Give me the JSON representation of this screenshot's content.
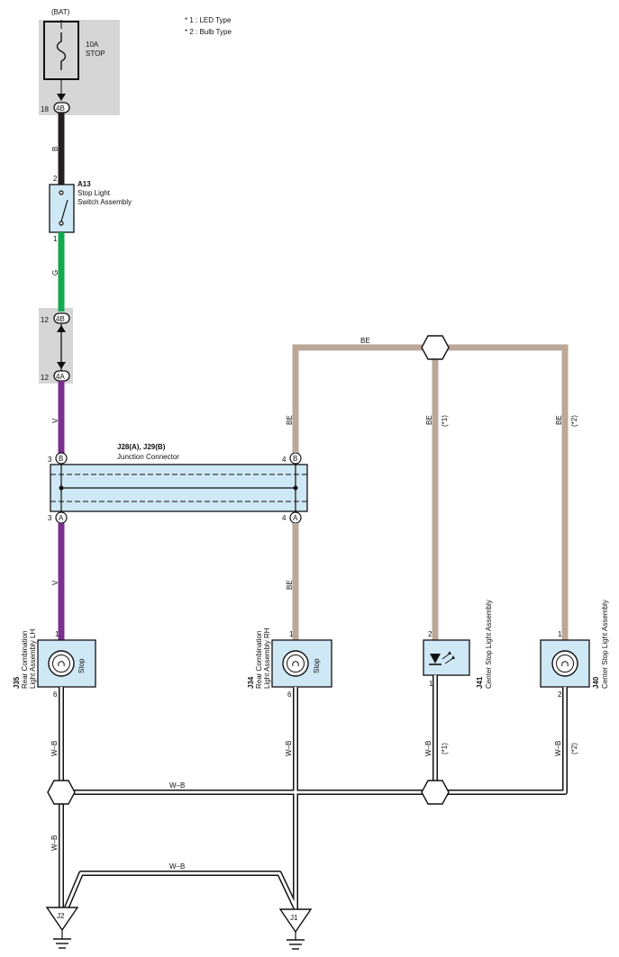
{
  "notes": {
    "led": "* 1 : LED Type",
    "bulb": "* 2 : Bulb Type"
  },
  "power": {
    "source": "(BAT)",
    "fuse_rating": "10A",
    "fuse_name": "STOP",
    "pin_top": "18",
    "conn_top": "4B"
  },
  "wires": {
    "black": "B",
    "green": "G",
    "violet": "V",
    "beige": "BE",
    "white_black": "W–B"
  },
  "switch": {
    "code": "A13",
    "name_line1": "Stop Light",
    "name_line2": "Switch Assembly",
    "pin_in": "2",
    "pin_out": "1"
  },
  "inline_connector": {
    "upper_pin": "12",
    "upper_conn": "4B",
    "lower_pin": "12",
    "lower_conn": "4A"
  },
  "junction": {
    "code": "J28(A), J29(B)",
    "name": "Junction Connector",
    "pin_left_top": "3",
    "pin_right_top": "4",
    "pin_left_bottom": "3",
    "pin_right_bottom": "4",
    "conn_b": "B",
    "conn_a": "A"
  },
  "variant_tags": {
    "led": "(*1)",
    "bulb": "(*2)"
  },
  "lamps": {
    "lh": {
      "code": "J35",
      "name_line1": "Rear Combination",
      "name_line2": "Light Assembly LH",
      "label": "Stop",
      "pin_in": "1",
      "pin_out": "6"
    },
    "rh": {
      "code": "J34",
      "name_line1": "Rear Combination",
      "name_line2": "Light Assembly RH",
      "label": "Stop",
      "pin_in": "1",
      "pin_out": "6"
    },
    "center_led": {
      "code": "J41",
      "name": "Center Stop Light Assembly",
      "pin_in": "2",
      "pin_out": "1"
    },
    "center_bulb": {
      "code": "J40",
      "name": "Center Stop Light Assembly",
      "pin_in": "1",
      "pin_out": "2"
    }
  },
  "grounds": {
    "left": "J2",
    "right": "J1"
  },
  "colors": {
    "black_wire": "#231f20",
    "green_wire": "#14a84f",
    "violet_wire": "#7b2f8e",
    "beige_wire": "#bba898",
    "component_fill": "#cfe8f5",
    "gray_area": "#d6d6d6"
  },
  "icons": [
    "fuse-icon",
    "switch-contact-icon",
    "bulb-icon",
    "led-icon",
    "ground-icon"
  ]
}
